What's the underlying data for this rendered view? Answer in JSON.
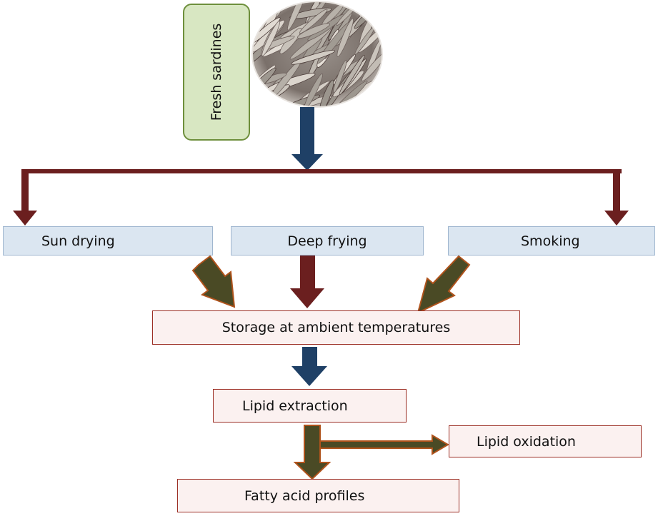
{
  "source": {
    "label": "Fresh sardines",
    "image": "sardine-photo"
  },
  "treatments": [
    {
      "label": "Sun drying"
    },
    {
      "label": "Deep frying"
    },
    {
      "label": "Smoking"
    }
  ],
  "steps": {
    "storage": "Storage at ambient temperatures",
    "extraction": "Lipid extraction",
    "oxidation": "Lipid oxidation",
    "fatty_acids": "Fatty acid profiles"
  },
  "colors": {
    "navy_arrow": "#1f4066",
    "maroon_arrow": "#6b1f1f",
    "olive_arrow": "#4a4a25",
    "arrow_outline": "#b0531c",
    "green_box": "#d8e7c2",
    "blue_box": "#dbe6f1",
    "pink_box": "#fbf1f0"
  }
}
